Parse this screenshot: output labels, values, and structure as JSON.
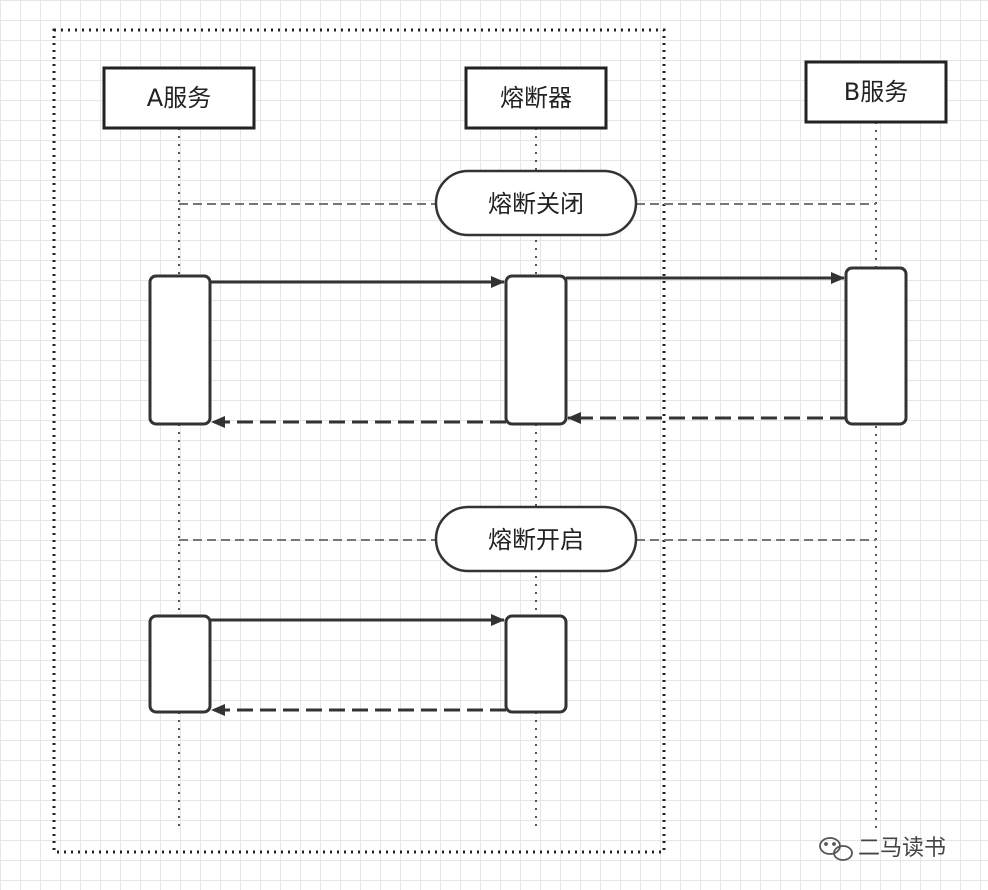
{
  "participants": {
    "a_service": "A服务",
    "breaker": "熔断器",
    "b_service": "B服务"
  },
  "states": {
    "closed": "熔断关闭",
    "open": "熔断开启"
  },
  "watermark": {
    "text": "二马读书",
    "icon": "wechat-icon"
  },
  "colors": {
    "line": "#333333",
    "dashed_separator": "#777777",
    "lifeline": "#555555"
  }
}
